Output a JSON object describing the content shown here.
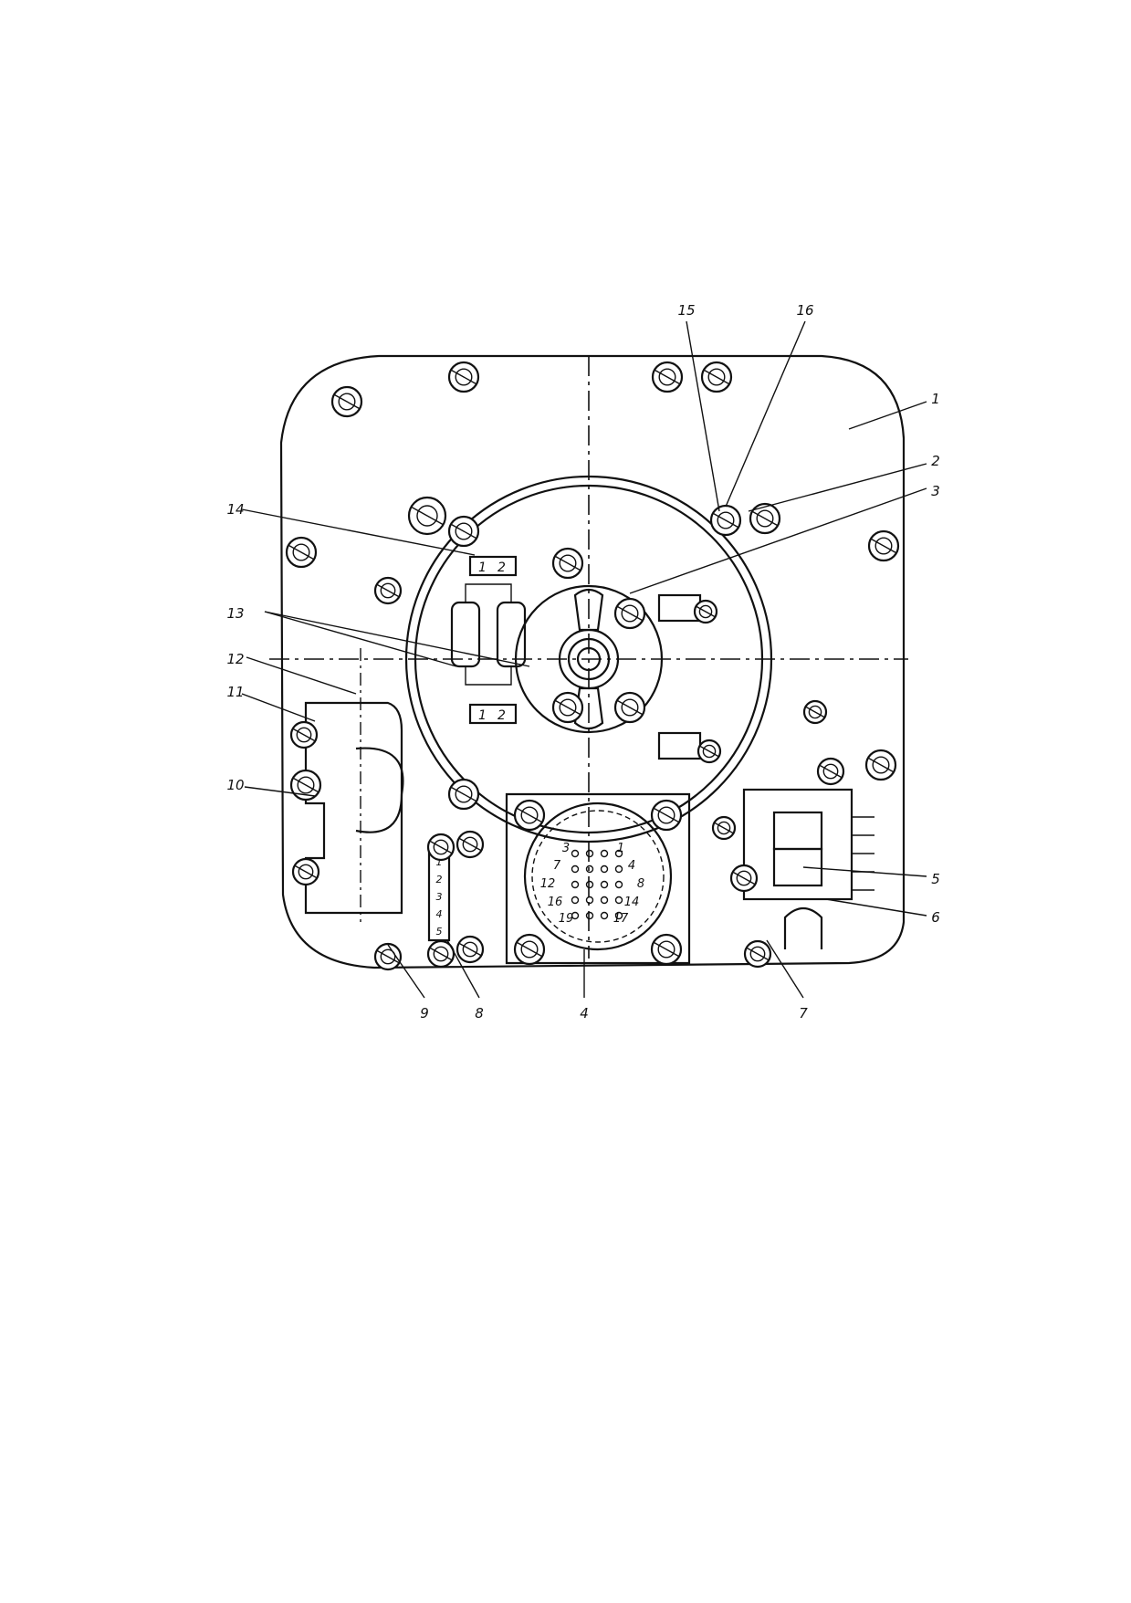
{
  "drawing": {
    "callouts": [
      "1",
      "2",
      "3",
      "4",
      "5",
      "6",
      "7",
      "8",
      "9",
      "10",
      "11",
      "12",
      "13",
      "14",
      "15",
      "16"
    ],
    "connector_pins": [
      "3",
      "1",
      "7",
      "4",
      "12",
      "8",
      "16",
      "14",
      "19",
      "17"
    ],
    "block_pins": [
      "1",
      "2"
    ],
    "terminal_strip": [
      "1",
      "2",
      "3",
      "4",
      "5"
    ]
  }
}
